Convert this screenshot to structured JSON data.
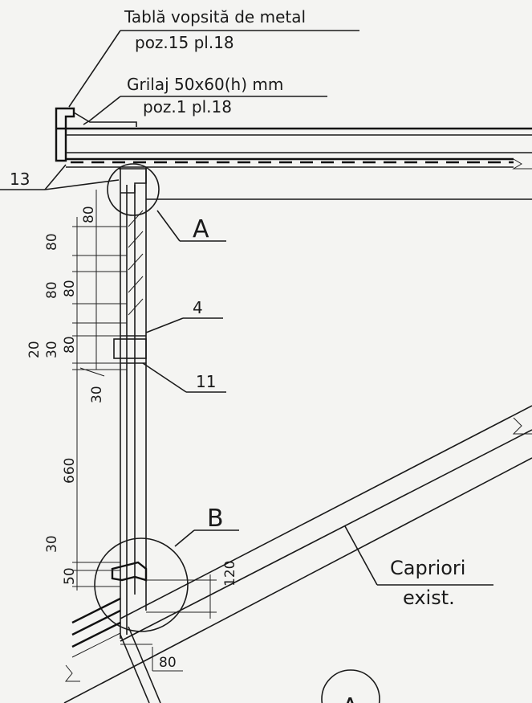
{
  "labels": {
    "roof_sheet": "Tablă vopsită de metal",
    "roof_sheet_ref": "poz.15 pl.18",
    "grille": "Grilaj 50x60(h) mm",
    "grille_ref": "poz.1 pl.18",
    "rafters_line1": "Capriori",
    "rafters_line2": "exist."
  },
  "callouts": {
    "pos_13": "13",
    "pos_4": "4",
    "pos_11": "11",
    "detail_a": "A",
    "detail_b": "B",
    "section_a": "A"
  },
  "dimensions": {
    "d80_top_a": "80",
    "d80_top_b": "80",
    "d80_mid_a": "80",
    "d80_mid_b": "80",
    "d20": "20",
    "d30_a": "30",
    "d80_low": "80",
    "d30_b": "30",
    "d660": "660",
    "d30_c": "30",
    "d50": "50",
    "d120": "120",
    "d80_bottom": "80"
  }
}
